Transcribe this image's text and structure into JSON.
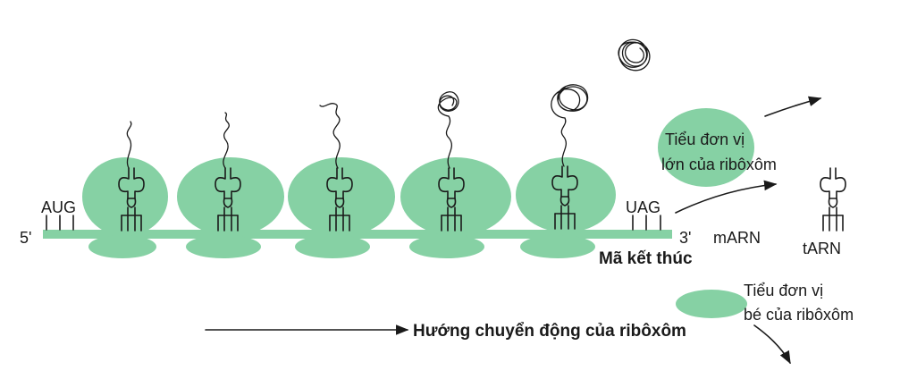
{
  "labels": {
    "five_prime": "5'",
    "start_codon": "AUG",
    "stop_codon": "UAG",
    "three_prime": "3'",
    "mrna": "mARN",
    "stop_code": "Mã kết thúc",
    "trna": "tARN",
    "large_subunit_line1": "Tiểu đơn vị",
    "large_subunit_line2": "lớn của ribôxôm",
    "small_subunit_line1": "Tiểu đơn vị",
    "small_subunit_line2": "bé của ribôxôm",
    "direction": "Hướng chuyển động của ribôxôm"
  },
  "colors": {
    "ribosome": "#86d1a4",
    "ink": "#1a1a1a"
  },
  "ribosome_count": 5,
  "icons": [
    "trna-icon",
    "polypeptide-chain-icon",
    "arrow-icon"
  ]
}
